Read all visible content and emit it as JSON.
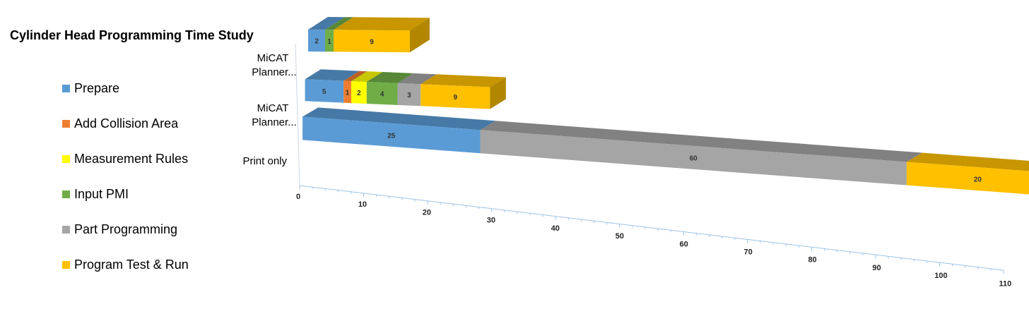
{
  "chart_data": {
    "type": "bar",
    "orientation": "horizontal",
    "stacked": true,
    "style": "3d-perspective",
    "title": "Cylinder Head Programming Time Study",
    "categories": [
      "MiCAT Planner...",
      "MiCAT Planner...",
      "Print only"
    ],
    "series": [
      {
        "name": "Prepare",
        "color": "#5B9BD5",
        "values": [
          2,
          5,
          25
        ]
      },
      {
        "name": "Add Collision Area",
        "color": "#ED7D31",
        "values": [
          0,
          1,
          0
        ]
      },
      {
        "name": "Measurement Rules",
        "color": "#FFFF00",
        "values": [
          0,
          2,
          0
        ]
      },
      {
        "name": "Input PMI",
        "color": "#70AD47",
        "values": [
          1,
          4,
          0
        ]
      },
      {
        "name": "Part Programming",
        "color": "#A5A5A5",
        "values": [
          0,
          3,
          60
        ]
      },
      {
        "name": "Program Test & Run",
        "color": "#FFC000",
        "values": [
          9,
          9,
          20
        ]
      }
    ],
    "x_ticks": [
      0,
      10,
      20,
      30,
      40,
      50,
      60,
      70,
      80,
      90,
      100,
      110
    ],
    "xlim": [
      0,
      110
    ],
    "legend_position": "left",
    "grid": false
  }
}
